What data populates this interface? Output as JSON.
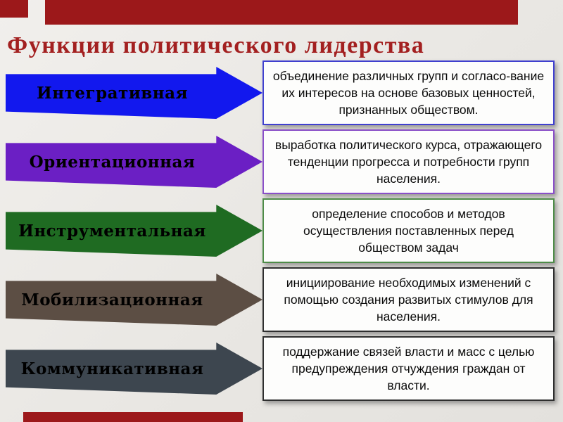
{
  "colors": {
    "accent_red": "#9c181a",
    "title_red": "#a32020"
  },
  "header": {
    "title": "Функции политического лидерства"
  },
  "items": [
    {
      "label": "Интегративная",
      "arrow_color": "#1218ee",
      "border_color": "#4040cf",
      "text": "объединение различных групп и согласо-вание  их  интересов на основе базовых ценностей, признанных обществом."
    },
    {
      "label": "Ориентационная",
      "arrow_color": "#6b1fc4",
      "border_color": "#8a4fc8",
      "text": "выработка политического курса, отражающего тенденции прогресса и потребности групп населения."
    },
    {
      "label": "Инструментальная",
      "arrow_color": "#1f6b22",
      "border_color": "#4e8c48",
      "text": "определение способов и методов осуществления поставленных перед обществом задач"
    },
    {
      "label": "Мобилизационная",
      "arrow_color": "#5c4e44",
      "border_color": "#2f2f2f",
      "text": "инициирование необходимых изменений с помощью создания развитых стимулов для населения."
    },
    {
      "label": "Коммуникативная",
      "arrow_color": "#3d464f",
      "border_color": "#2f2f2f",
      "text": "поддержание связей власти и масс с целью предупреждения отчуждения граждан от власти."
    }
  ]
}
